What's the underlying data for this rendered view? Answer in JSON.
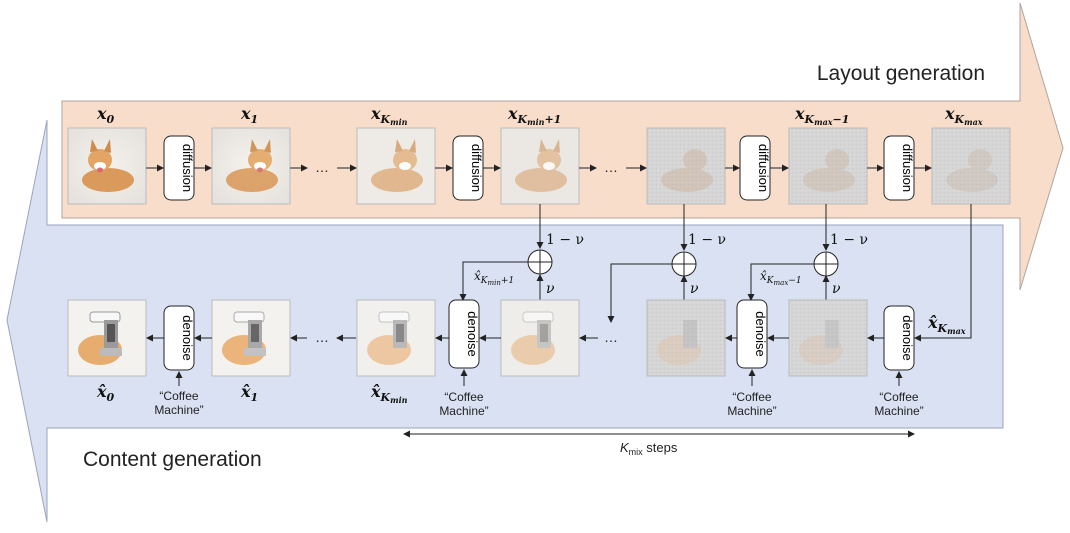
{
  "titles": {
    "layout": "Layout generation",
    "content": "Content generation"
  },
  "colors": {
    "layout_band": "#f8ddcb",
    "content_band": "#d9e1f2",
    "outline": "#a8a8a8",
    "arrow": "#222222"
  },
  "top_row": {
    "image_labels": [
      "x0",
      "x1",
      "xKmin",
      "xKmin+1",
      "xKmax−1",
      "xKmax"
    ],
    "box_label": "diffusion",
    "ellipsis": "…"
  },
  "bottom_row": {
    "image_labels": [
      "x̂0",
      "x̂1",
      "x̂Kmin"
    ],
    "box_label": "denoise",
    "prompt_line1": "“Coffee",
    "prompt_line2": "Machine”",
    "ellipsis": "…"
  },
  "mix": {
    "one_minus_nu": "1 − ν",
    "nu": "ν",
    "plus": "+",
    "kmix_label": "K",
    "kmix_sub": "mix",
    "kmix_suffix": " steps"
  }
}
